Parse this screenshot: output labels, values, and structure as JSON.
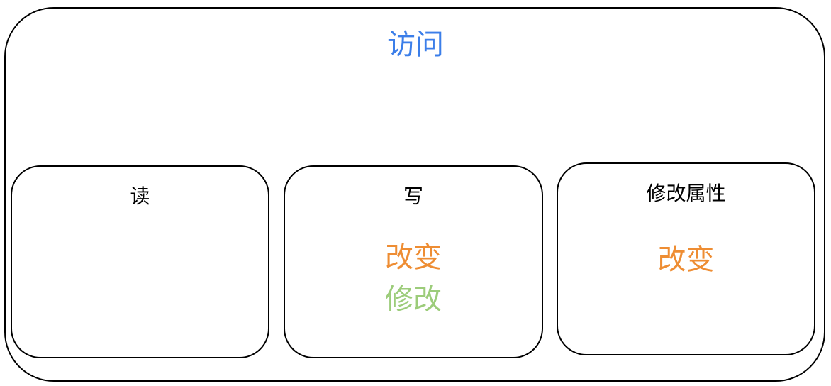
{
  "diagram": {
    "title": "访问",
    "boxes": [
      {
        "id": "read",
        "title": "读",
        "tags": []
      },
      {
        "id": "write",
        "title": "写",
        "tags": [
          "改变",
          "修改"
        ]
      },
      {
        "id": "attr",
        "title": "修改属性",
        "tags": [
          "改变"
        ]
      }
    ]
  },
  "colors": {
    "title": "#3b7ee9",
    "change": "#ee8d33",
    "modify": "#9ccc7a",
    "border": "#000000"
  }
}
